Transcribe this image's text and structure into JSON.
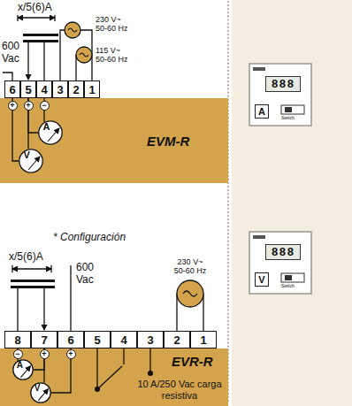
{
  "diagram": {
    "nodes": [
      {
        "text": [
          "EVM-R"
        ]
      },
      {
        "text": [
          "6"
        ]
      },
      {
        "text": [
          "5"
        ]
      },
      {
        "text": [
          "4"
        ]
      },
      {
        "text": [
          "3"
        ]
      },
      {
        "text": [
          "2"
        ]
      },
      {
        "text": [
          "1"
        ]
      },
      {
        "text": [
          "A"
        ],
        "in": 0
      },
      {
        "text": [
          "V"
        ],
        "in": 0
      },
      {
        "text": [
          "EVR-R"
        ]
      },
      {
        "text": [
          "8"
        ]
      },
      {
        "text": [
          "7"
        ]
      },
      {
        "text": [
          "6"
        ]
      },
      {
        "text": [
          "5"
        ]
      },
      {
        "text": [
          "4"
        ]
      },
      {
        "text": [
          "3"
        ]
      },
      {
        "text": [
          "2"
        ]
      },
      {
        "text": [
          "1"
        ]
      },
      {
        "text": [
          "A"
        ],
        "in": 9
      },
      {
        "text": [
          "V"
        ],
        "in": 9
      },
      {
        "text": [
          "888"
        ]
      },
      {
        "text": [
          "A"
        ]
      },
      {
        "text": [
          "888"
        ]
      },
      {
        "text": [
          "V"
        ]
      }
    ],
    "edges": [
      {
        "from": 2,
        "to": 7,
        "arrow": "none"
      },
      {
        "from": 3,
        "to": 7,
        "arrow": "none"
      },
      {
        "from": 1,
        "to": 8,
        "arrow": "none"
      },
      {
        "from": 2,
        "to": 8,
        "arrow": "none"
      },
      {
        "from": 10,
        "to": 18,
        "arrow": "none"
      },
      {
        "from": 11,
        "to": 18,
        "arrow": "none"
      },
      {
        "from": 12,
        "to": 19,
        "arrow": "none"
      },
      {
        "from": 11,
        "to": 19,
        "arrow": "none"
      }
    ],
    "labels": [
      "x/5(6)A",
      "600 Vac",
      "230 V~",
      "50-60 Hz",
      "115 V~",
      "50-60 Hz",
      "+",
      "+",
      "−",
      "* Configuración",
      "x/5(6)A",
      "600 Vac",
      "230 V~",
      "50-60 Hz",
      "−",
      "+",
      "+",
      "10 A/250 Vac carga resistiva",
      "Switch",
      "Switch"
    ]
  }
}
